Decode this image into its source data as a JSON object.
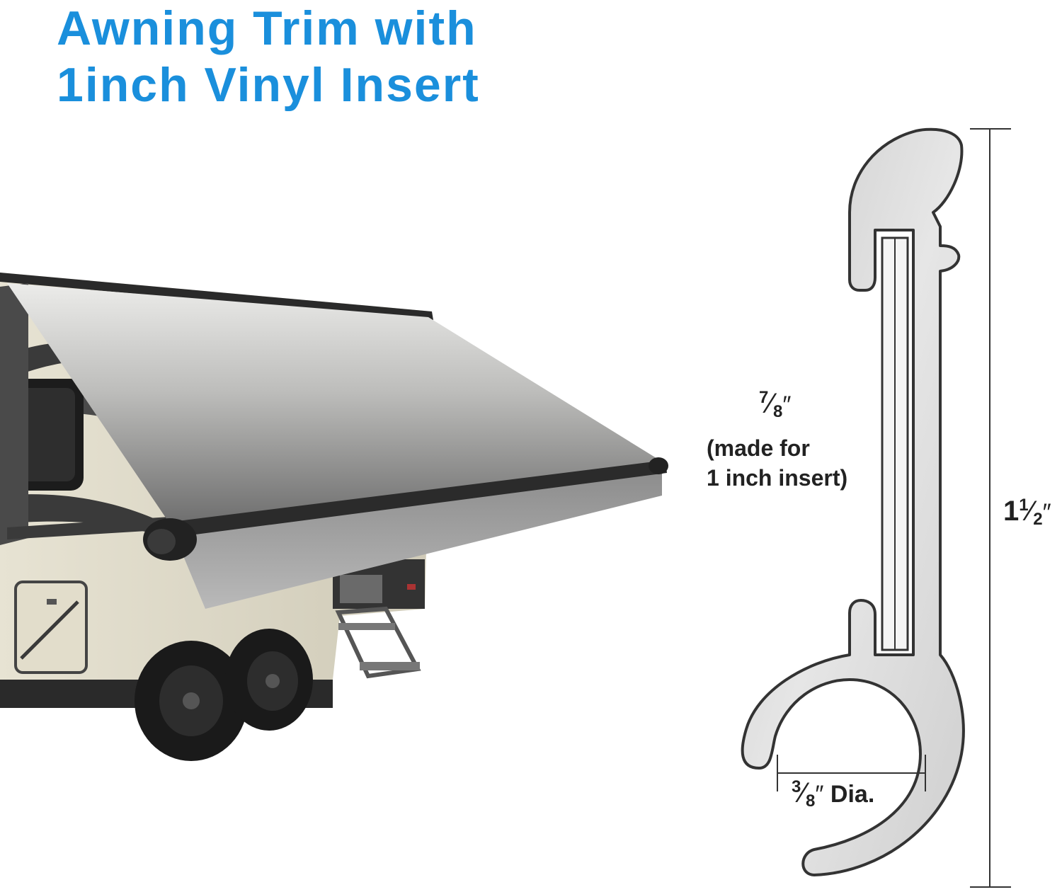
{
  "header": {
    "title_line1": "Awning Trim with",
    "title_line2": "1inch Vinyl Insert"
  },
  "dimensions": {
    "insert_channel": {
      "numerator": "7",
      "denominator": "8",
      "unit": "″"
    },
    "insert_note_line1": "(made for",
    "insert_note_line2": "1 inch insert)",
    "overall_height": {
      "whole": "1",
      "numerator": "1",
      "denominator": "2",
      "unit": "″"
    },
    "rope_diameter": {
      "numerator": "3",
      "denominator": "8",
      "unit": "″",
      "suffix": "Dia."
    }
  },
  "colors": {
    "title": "#1a8fdc",
    "profile_fill": "#d9d9d9",
    "profile_stroke": "#333333",
    "awning_fabric": "#8f8f8f",
    "rv_body": "#d8d4c4"
  },
  "icons": {
    "rv_photo": "rv-awning-photo",
    "profile": "awning-trim-profile"
  }
}
